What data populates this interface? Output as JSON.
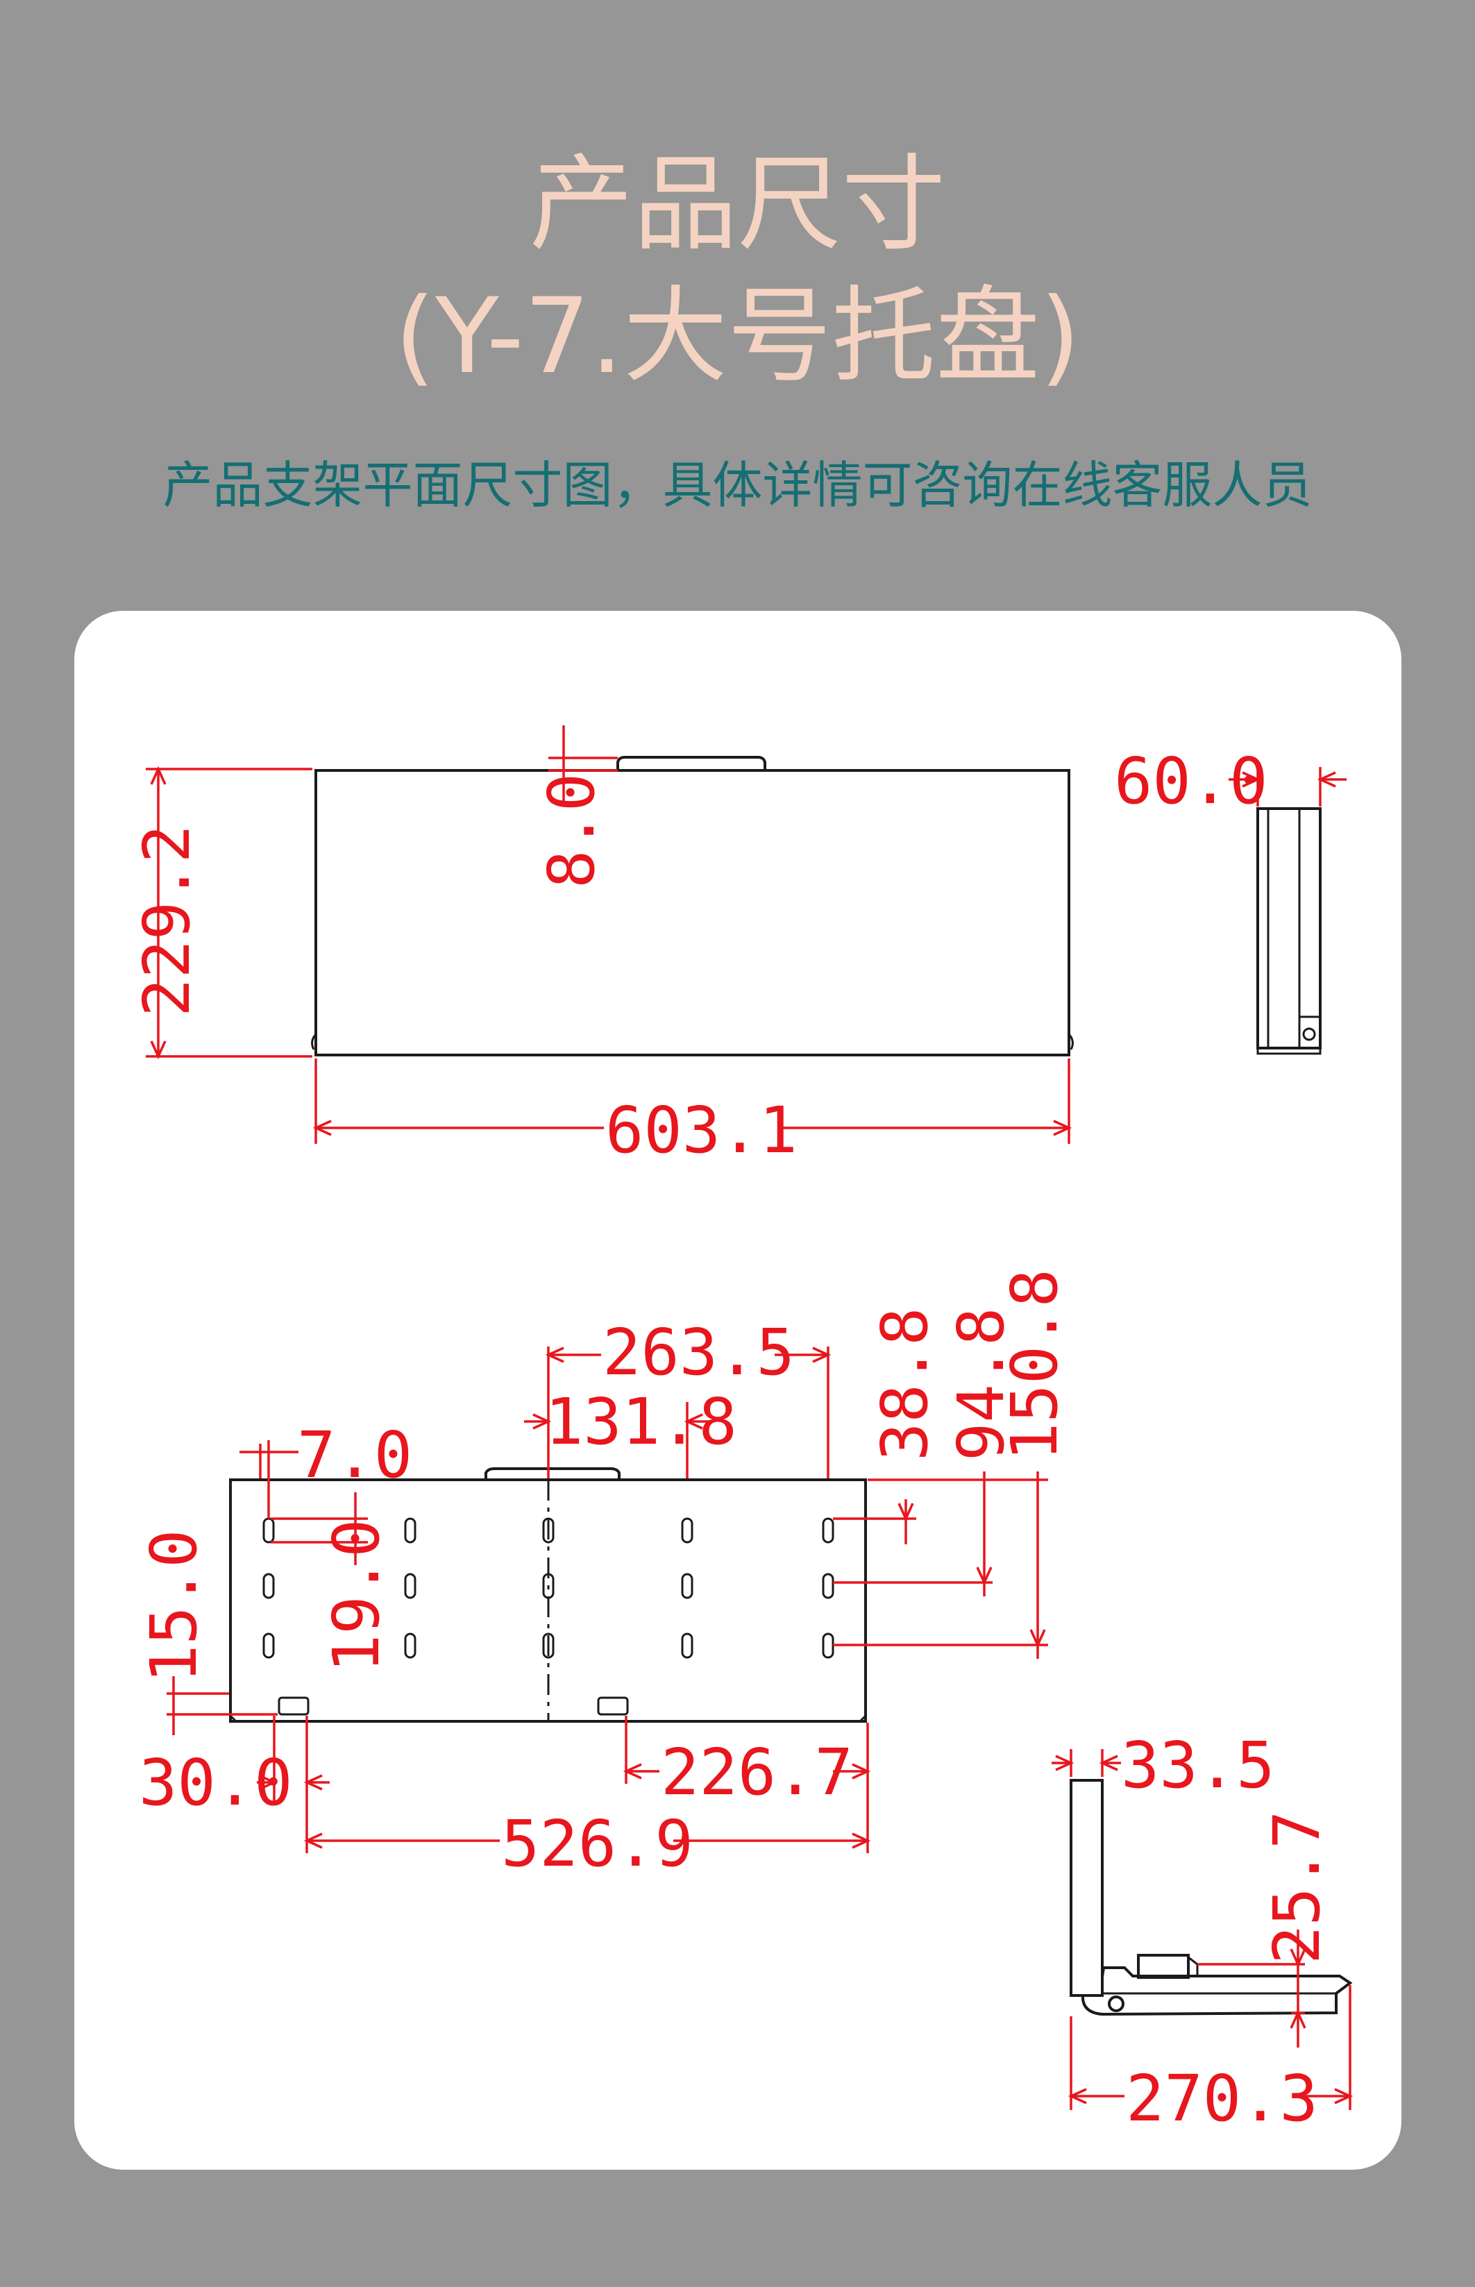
{
  "header": {
    "title_line1": "产品尺寸",
    "title_line2": "(Y-7.大号托盘)",
    "subtitle": "产品支架平面尺寸图，具体详情可咨询在线客服人员"
  },
  "drawing": {
    "units": "mm",
    "colors": {
      "dimension": "#e8161d",
      "outline": "#1b1b1b",
      "card": "#ffffff",
      "background": "#959695"
    },
    "top_view": {
      "height": "229.2",
      "width": "603.1",
      "tab_height": "8.0"
    },
    "side_view_top": {
      "thickness": "60.0"
    },
    "bottom_view": {
      "span_263": "263.5",
      "span_131": "131.8",
      "edge_7": "7.0",
      "row_38": "38.8",
      "row_94": "94.8",
      "row_150": "150.8",
      "row_gap": "19.0",
      "bottom_offset": "15.0",
      "slot_offset": "30.0",
      "slot_span": "226.7",
      "hole_span": "526.9"
    },
    "side_view_bottom": {
      "upright": "33.5",
      "tray_height": "25.7",
      "depth": "270.3"
    }
  }
}
